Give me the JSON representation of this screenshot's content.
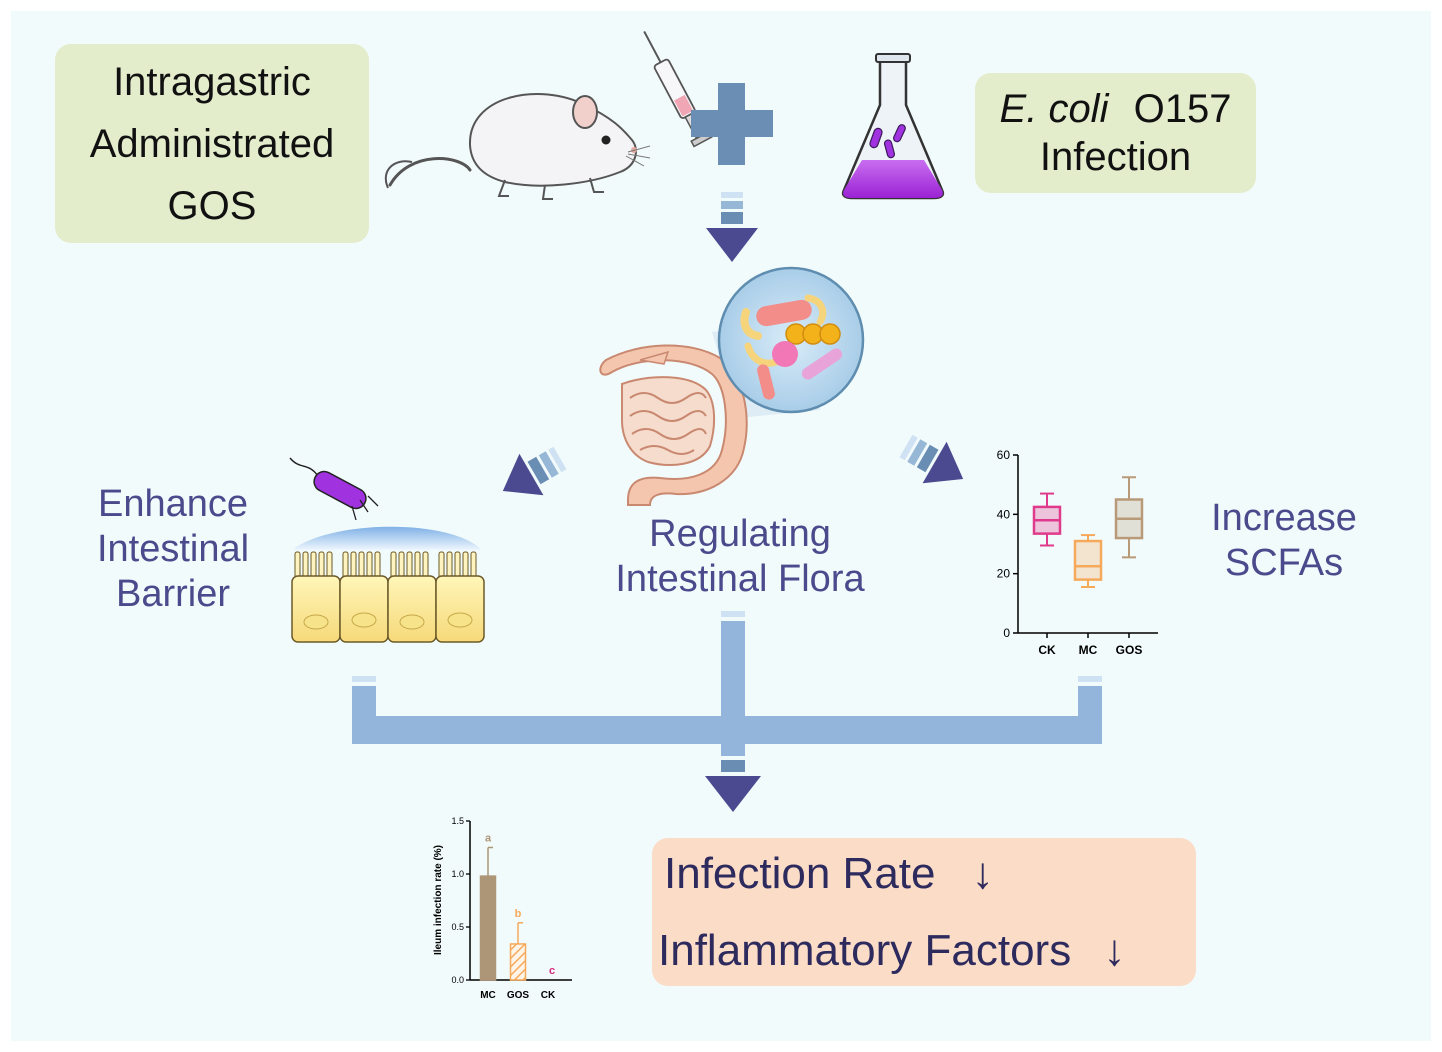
{
  "boxes": {
    "gos": {
      "lines": [
        "Intragastric",
        "Administrated",
        "GOS"
      ]
    },
    "ecoli": {
      "italic": "E. coli",
      "strain": "O157",
      "line2": "Infection"
    },
    "outcome": {
      "line1": "Infection Rate",
      "line2": "Inflammatory Factors",
      "arrow": "↓"
    }
  },
  "labels": {
    "barrier": [
      "Enhance",
      "Intestinal",
      "Barrier"
    ],
    "flora": [
      "Regulating",
      "Intestinal Flora"
    ],
    "scfa": [
      "Increase",
      "SCFAs"
    ]
  },
  "colors": {
    "background": "#f2fbfb",
    "pipe": "#94b5db",
    "arrow_dark": "#4b4a90",
    "plus": "#6b8fb4",
    "label_text": "#4a4a8c"
  },
  "chart_data": [
    {
      "type": "box",
      "categories": [
        "CK",
        "MC",
        "GOS"
      ],
      "series": [
        {
          "category": "CK",
          "min": 29.5,
          "q1": 33.5,
          "median": 38,
          "q3": 42.5,
          "max": 47,
          "color": "#e03a8c"
        },
        {
          "category": "MC",
          "min": 15.5,
          "q1": 18,
          "median": 22.5,
          "q3": 31,
          "max": 33,
          "color": "#f6a95a"
        },
        {
          "category": "GOS",
          "min": 25.5,
          "q1": 32,
          "median": 38.5,
          "q3": 45,
          "max": 52.5,
          "color": "#b89a78"
        }
      ],
      "ylim": [
        0,
        60
      ],
      "yticks": [
        0,
        20,
        40,
        60
      ]
    },
    {
      "type": "bar",
      "categories": [
        "MC",
        "GOS",
        "CK"
      ],
      "values": [
        0.98,
        0.34,
        0
      ],
      "errors": [
        0.27,
        0.2,
        0
      ],
      "letters": [
        "a",
        "b",
        "c"
      ],
      "colors": [
        "#ad9577",
        "#f6a95a",
        "#d6297e"
      ],
      "ylabel": "Ileum infection rate (%)",
      "ylim": [
        0,
        1.5
      ],
      "yticks": [
        "0.0",
        "0.5",
        "1.0",
        "1.5"
      ]
    }
  ]
}
